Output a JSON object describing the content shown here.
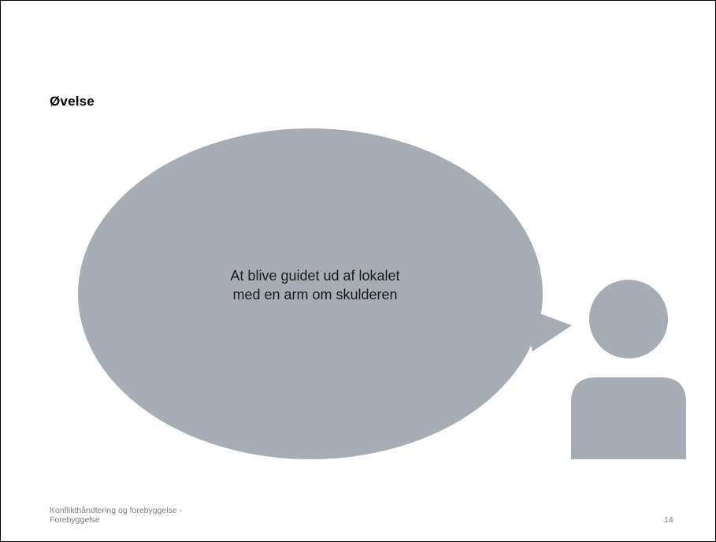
{
  "slide": {
    "title": "Øvelse",
    "bubble": {
      "lines": [
        "At blive  guidet ud af lokalet",
        "med en arm om skulderen"
      ]
    },
    "footer": {
      "lines": [
        "Konflikthåndtering   og forebyggelse  -",
        "Forebyggelse"
      ]
    },
    "page_number": "14",
    "icons": {
      "speech_bubble": "speech-bubble-icon",
      "person": "person-icon"
    },
    "colors": {
      "shape_fill": "#a6adb4",
      "text": "#1a1a1a",
      "footer_text": "#7f7f7f"
    }
  }
}
